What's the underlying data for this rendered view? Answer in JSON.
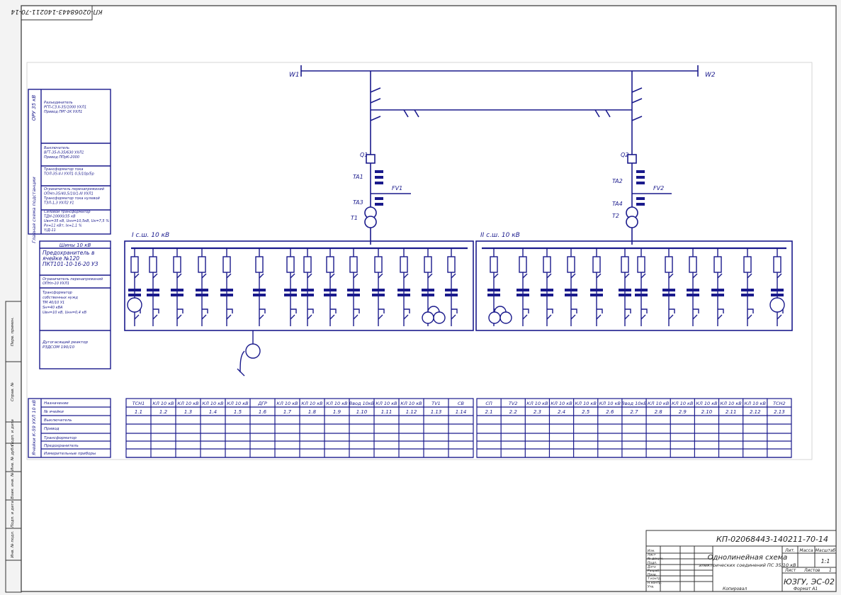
{
  "stamp_code_top": "КП-02068443-140211-70-14",
  "lines": {
    "w1": "W1",
    "w2": "W2"
  },
  "breakers": {
    "q1": "Q1",
    "q2": "Q2"
  },
  "cts": {
    "ta1": "TA1",
    "ta3": "TA3",
    "ta2": "TA2",
    "ta4": "TA4"
  },
  "arresters": {
    "a1": "FV1",
    "a2": "FV2"
  },
  "transformers": {
    "t1": "T1",
    "t2": "T2"
  },
  "bus": {
    "s1": "I с.ш. 10 кВ",
    "s2": "II с.ш. 10 кВ"
  },
  "legend_hv": {
    "side_label": "ОРУ 35 кВ",
    "blocks": [
      [
        "Разъединитель",
        "РГП-СЗ.II-35/1000 УХЛ1",
        "Привод ПРГ-1К УХЛ1"
      ],
      [
        "Выключатель",
        "ВГТ-35-II-35/630 УХЛ1",
        "Привод ППрК-2000"
      ],
      [
        "Трансформатор тока",
        "ТОЛ-35-II-I УХЛ1 0,5/10р/5р"
      ],
      [
        "Ограничитель перенапряжений",
        "ОПНп-35/40,5/10/1-III УХЛ1",
        "Трансформатор тока нулевой",
        "ТЗЛ-1,3 УХЛ2 У1"
      ],
      [
        "Силовой трансформатор",
        "ТДН-10000/35 кВ",
        "Uвн=35 кВ, Uнн=10,5кВ, Uк=7,5 %",
        "Pх=11 кВт, Iх=1,1 %",
        "Y/Д-11"
      ]
    ],
    "side_label_2": "Главная схема подстанции"
  },
  "legend_mv": {
    "title": "Шины 10 кВ",
    "blocks": [
      [
        "Предохранитель в",
        "ячейке №120",
        "ПКТ101-10-16-20 УЗ"
      ],
      [
        "Ограничитель перенапряжений",
        "ОПНп-10 УХЛ1"
      ],
      [
        "Трансформатор",
        "собственных нужд",
        "ТМ 40/10 У1",
        "Sн=40 кВА",
        "Uвн=10 кВ, Uнн=0,4 кВ"
      ],
      [
        "Дугогасящий реактор",
        "РЗДСОМ 190/10"
      ]
    ]
  },
  "cells_table": {
    "side_label": "Ячейки К-59 УХЛ 10 кВ",
    "row_labels": [
      "Назначение",
      "№ ячейки",
      "Выключатель",
      "Привод",
      "Трансформатор",
      "Предохранитель",
      "Измерительные приборы"
    ],
    "section1": {
      "purpose": [
        "ТСН1",
        "КЛ 10 кВ",
        "КЛ 10 кВ",
        "КЛ 10 кВ",
        "КЛ 10 кВ",
        "ДГР",
        "КЛ 10 кВ",
        "КЛ 10 кВ",
        "КЛ 10 кВ",
        "Ввод 10кВ",
        "КЛ 10 кВ",
        "КЛ 10 кВ",
        "TV1",
        "СВ"
      ],
      "numbers": [
        "1.1",
        "1.2",
        "1.3",
        "1.4",
        "1.5",
        "1.6",
        "1.7",
        "1.8",
        "1.9",
        "1.10",
        "1.11",
        "1.12",
        "1.13",
        "1.14"
      ]
    },
    "section2": {
      "purpose": [
        "СП",
        "TV2",
        "КЛ 10 кВ",
        "КЛ 10 кВ",
        "КЛ 10 кВ",
        "КЛ 10 кВ",
        "Ввод 10кВ",
        "КЛ 10 кВ",
        "КЛ 10 кВ",
        "КЛ 10 кВ",
        "КЛ 10 кВ",
        "КЛ 10 кВ",
        "ТСН2"
      ],
      "numbers": [
        "2.1",
        "2.2",
        "2.3",
        "2.4",
        "2.5",
        "2.6",
        "2.7",
        "2.8",
        "2.9",
        "2.10",
        "2.11",
        "2.12",
        "2.13"
      ]
    }
  },
  "title_block": {
    "code": "КП-02068443-140211-70-14",
    "title_line1": "Однолинейная схема",
    "title_line2": "электрических соединений ПС 35/10 кВ",
    "col_lit": "Лит.",
    "col_mass": "Масса",
    "col_scale": "Масштаб",
    "scale_value": "1:1",
    "sheet_label": "Лист",
    "sheets_label": "Листов",
    "sheets_value": "1",
    "org": "ЮЗГУ, ЭС-02",
    "roles": [
      "Изм.",
      "Лист",
      "№ докум.",
      "Подп.",
      "Дата",
      "Разраб.",
      "Пров.",
      "Т.контр.",
      "Н.контр.",
      "Утв."
    ],
    "copied": "Копировал",
    "format": "Формат А1"
  },
  "side_stamps": [
    "Перв. примен.",
    "Справ. №",
    "Подп. и дата",
    "Инв. № дубл.",
    "Взам. инв. №",
    "Подп. и дата",
    "Инв. № подл."
  ]
}
